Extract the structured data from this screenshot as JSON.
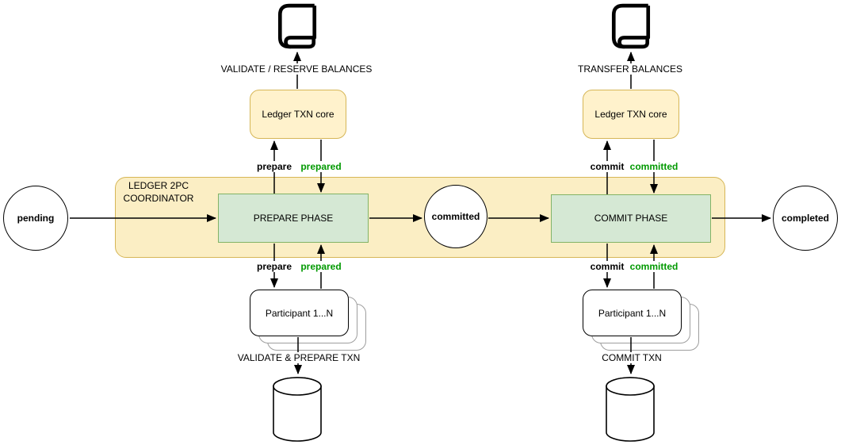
{
  "title": "Ledger two-phase-commit flow diagram",
  "colors": {
    "container_fill": "#FBEEC4",
    "container_stroke": "#D6B656",
    "yellow_box_fill": "#FFF2CC",
    "yellow_box_stroke": "#D6B656",
    "green_box_fill": "#D5E8D4",
    "green_box_stroke": "#82B366",
    "green_label": "#009900",
    "line_color": "#000000"
  },
  "coordinator": {
    "line1": "LEDGER 2PC",
    "line2": "COORDINATOR"
  },
  "nodes": {
    "pending": "pending",
    "committed": "committed",
    "completed": "completed",
    "prepare_phase": "PREPARE PHASE",
    "commit_phase": "COMMIT PHASE"
  },
  "ledger": {
    "left_label": "Ledger TXN core",
    "right_label": "Ledger TXN core"
  },
  "participants": {
    "left_label": "Participant 1...N",
    "right_label": "Participant 1...N"
  },
  "edge_labels": {
    "prepare_top_left": "prepare",
    "prepared_top_left": "prepared",
    "commit_top_right": "commit",
    "committed_top_right": "committed",
    "prepare_bottom_left": "prepare",
    "prepared_bottom_left": "prepared",
    "commit_bottom_right": "commit",
    "committed_bottom_right": "committed"
  },
  "annotations": {
    "validate_reserve": "VALIDATE / RESERVE BALANCES",
    "transfer": "TRANSFER BALANCES",
    "validate_prepare_txn": "VALIDATE & PREPARE TXN",
    "commit_txn": "COMMIT TXN"
  },
  "icons": {
    "left_book": "book-icon",
    "right_book": "book-icon",
    "left_database": "database-cylinder-icon",
    "right_database": "database-cylinder-icon"
  }
}
